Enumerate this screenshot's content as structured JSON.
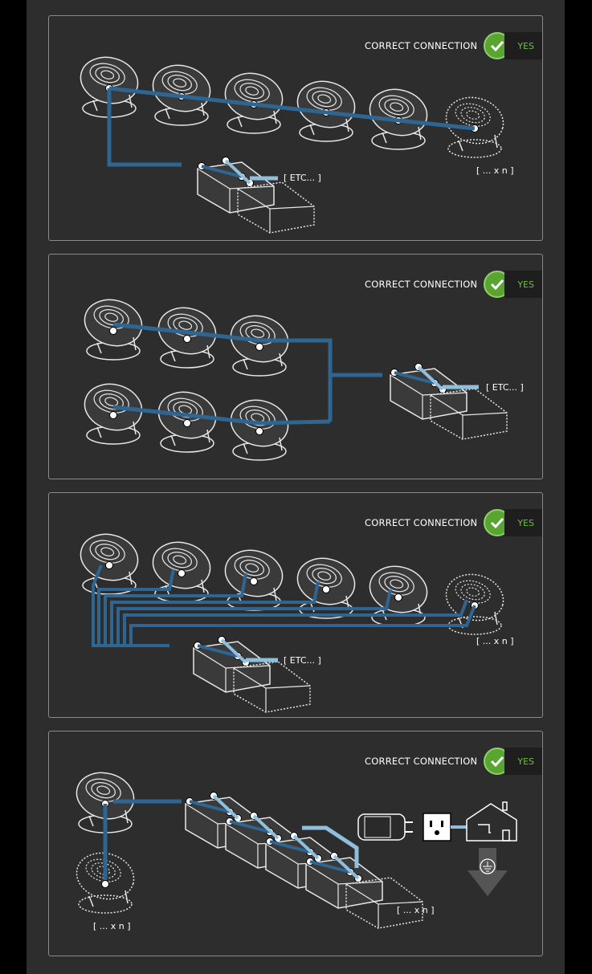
{
  "panels": [
    {
      "badge_text": "CORRECT CONNECTION",
      "badge_value": "YES",
      "labels": [
        "[ ETC... ]",
        "[ ... x n ]"
      ]
    },
    {
      "badge_text": "CORRECT CONNECTION",
      "badge_value": "YES",
      "labels": [
        "[ ETC... ]"
      ]
    },
    {
      "badge_text": "CORRECT CONNECTION",
      "badge_value": "YES",
      "labels": [
        "[ ETC... ]",
        "[ ... x n ]"
      ]
    },
    {
      "badge_text": "CORRECT CONNECTION",
      "badge_value": "YES",
      "labels": [
        "[ ... x n ]",
        "[ ... x n ]"
      ]
    }
  ],
  "icons": {
    "badge": "checkmark-icon",
    "outlet": "power-outlet-icon",
    "plug": "power-plug-icon",
    "house": "house-icon",
    "ground": "ground-arrow-icon"
  },
  "colors": {
    "cable_dark": "#2f6591",
    "cable_light": "#8fbfdc",
    "check_green": "#5aa532",
    "yes_green": "#6fbf43"
  }
}
